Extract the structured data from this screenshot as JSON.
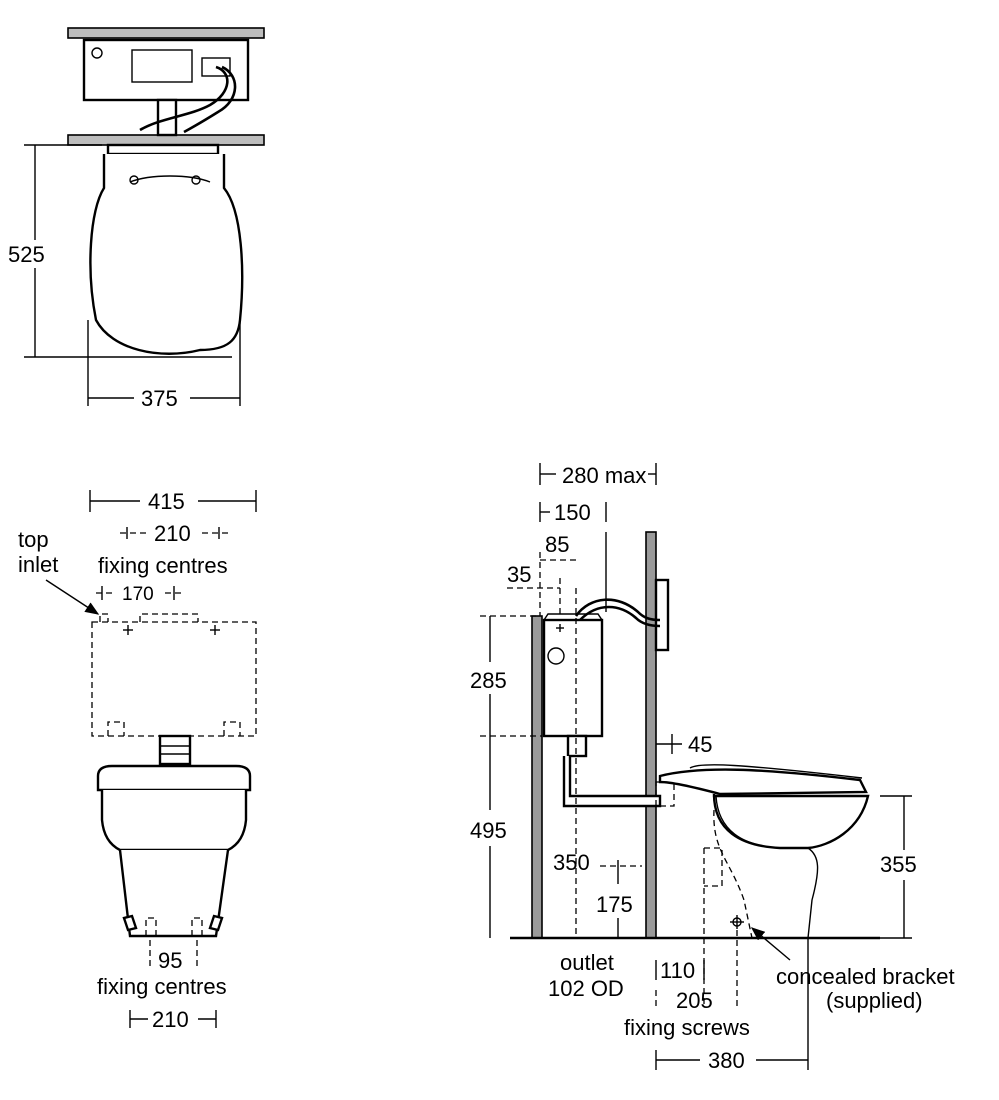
{
  "top_view": {
    "depth": "525",
    "width": "375"
  },
  "front_view": {
    "cistern_width": "415",
    "fixing_centres_cistern": "210",
    "fixing_centres_label": "fixing centres",
    "inlet_spacing": "170",
    "top_inlet_line1": "top",
    "top_inlet_line2": "inlet",
    "pan_fixing_centres": "95",
    "pan_fixing_label": "fixing centres",
    "pan_base_width": "210"
  },
  "side_view": {
    "max_depth": "280 max",
    "depth_150": "150",
    "dim_85": "85",
    "dim_35": "35",
    "height_285": "285",
    "height_495": "495",
    "dim_45": "45",
    "dim_350": "350",
    "dim_175": "175",
    "outlet_line1": "outlet",
    "outlet_line2": "102 OD",
    "dim_110": "110",
    "dim_205": "205",
    "fixing_screws": "fixing screws",
    "dim_380": "380",
    "pan_height": "355",
    "bracket_line1": "concealed bracket",
    "bracket_line2": "(supplied)"
  }
}
